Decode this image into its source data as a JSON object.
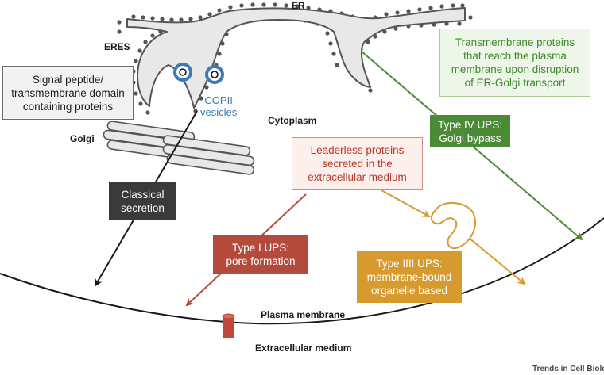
{
  "labels": {
    "er": "ER",
    "eres": "ERES",
    "golgi": "Golgi",
    "cytoplasm": "Cytoplasm",
    "copii_line1": "COPII",
    "copii_line2": "vesicles",
    "plasma_membrane": "Plasma membrane",
    "extracellular_medium": "Extracellular medium",
    "credit": "Trends in Cell Biology"
  },
  "boxes": {
    "signal_peptide": [
      "Signal peptide/",
      "transmembrane domain",
      "containing proteins"
    ],
    "transmembrane": [
      "Transmembrane proteins",
      "that reach the plasma",
      "membrane upon disruption",
      "of ER-Golgi transport"
    ],
    "leaderless": [
      "Leaderless proteins",
      "secreted in the",
      "extracellular medium"
    ],
    "classical": [
      "Classical",
      "secretion"
    ],
    "type_iv": [
      "Type IV UPS:",
      "Golgi bypass"
    ],
    "type_i": [
      "Type I UPS:",
      "pore formation"
    ],
    "type_iii": [
      "Type IIII UPS:",
      "membrane-bound",
      "organelle based"
    ]
  },
  "colors": {
    "membrane": "#1a1a1a",
    "er_fill": "#e8e8e8",
    "er_stroke": "#555555",
    "ribosome": "#555555",
    "copii": "#3d78b8",
    "classical_arrow": "#1a1a1a",
    "type_i_arrow": "#b44a3c",
    "type_iii_arrow": "#d79a2f",
    "type_iv_arrow": "#4b8a37",
    "pore": "#c0473a"
  }
}
